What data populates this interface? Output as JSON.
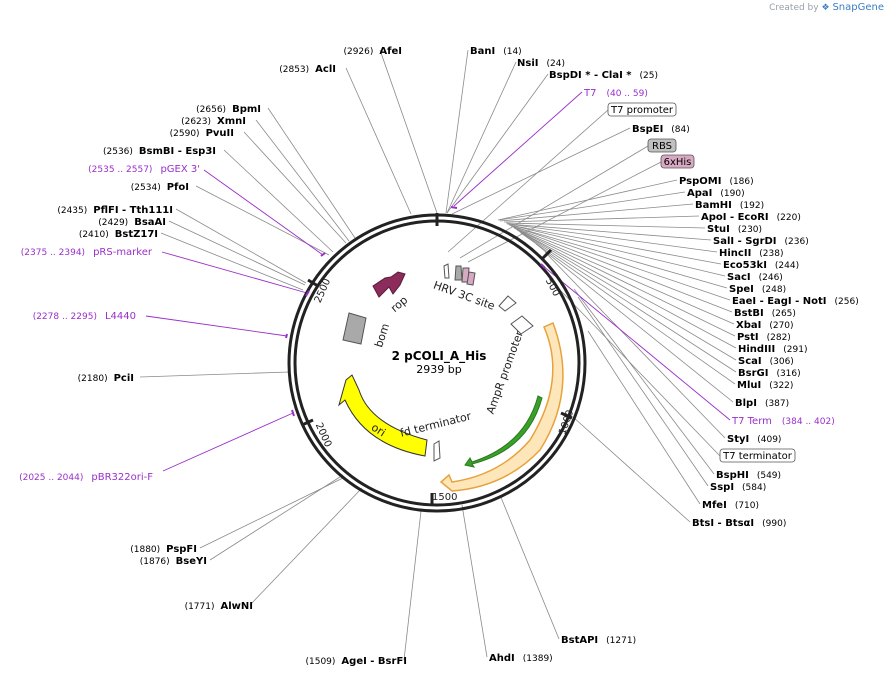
{
  "header": {
    "created_by": "Created by",
    "brand": "SnapGene"
  },
  "plasmid": {
    "name": "2 pCOLI_A_His",
    "length_label": "2939 bp",
    "length": 2939
  },
  "colors": {
    "enzyme": "#000000",
    "primer": "#9a2fc9",
    "leader": "#8a8a8a",
    "ring": "#222222",
    "orf_rop": "#8c2c5a",
    "bom": "#a9a9a9",
    "ori": "#ffff00",
    "ampr_outline": "#e6a23c",
    "ampr_inner": "#3aa02a"
  },
  "enzymes_right": [
    {
      "name": "BanI",
      "pos": "(14)"
    },
    {
      "name": "NsiI",
      "pos": "(24)"
    },
    {
      "name": "BspDI * - ClaI *",
      "pos": "(25)"
    },
    {
      "name": "BspEI",
      "pos": "(84)"
    },
    {
      "name": "PspOMI",
      "pos": "(186)"
    },
    {
      "name": "ApaI",
      "pos": "(190)"
    },
    {
      "name": "BamHI",
      "pos": "(192)"
    },
    {
      "name": "ApoI - EcoRI",
      "pos": "(220)"
    },
    {
      "name": "StuI",
      "pos": "(230)"
    },
    {
      "name": "SalI - SgrDI",
      "pos": "(236)"
    },
    {
      "name": "HincII",
      "pos": "(238)"
    },
    {
      "name": "Eco53kI",
      "pos": "(244)"
    },
    {
      "name": "SacI",
      "pos": "(246)"
    },
    {
      "name": "SpeI",
      "pos": "(248)"
    },
    {
      "name": "EaeI - EagI - NotI",
      "pos": "(256)"
    },
    {
      "name": "BstBI",
      "pos": "(265)"
    },
    {
      "name": "XbaI",
      "pos": "(270)"
    },
    {
      "name": "PstI",
      "pos": "(282)"
    },
    {
      "name": "HindIII",
      "pos": "(291)"
    },
    {
      "name": "ScaI",
      "pos": "(306)"
    },
    {
      "name": "BsrGI",
      "pos": "(316)"
    },
    {
      "name": "MluI",
      "pos": "(322)"
    },
    {
      "name": "BlpI",
      "pos": "(387)"
    },
    {
      "name": "StyI",
      "pos": "(409)"
    },
    {
      "name": "BspHI",
      "pos": "(549)"
    },
    {
      "name": "SspI",
      "pos": "(584)"
    },
    {
      "name": "MfeI",
      "pos": "(710)"
    },
    {
      "name": "BtsI - BtsαI",
      "pos": "(990)"
    },
    {
      "name": "BstAPI",
      "pos": "(1271)"
    },
    {
      "name": "AhdI",
      "pos": "(1389)"
    }
  ],
  "enzymes_left": [
    {
      "name": "AfeI",
      "pos": "(2926)"
    },
    {
      "name": "AclI",
      "pos": "(2853)"
    },
    {
      "name": "BpmI",
      "pos": "(2656)"
    },
    {
      "name": "XmnI",
      "pos": "(2623)"
    },
    {
      "name": "PvuII",
      "pos": "(2590)"
    },
    {
      "name": "BsmBI - Esp3I",
      "pos": "(2536)"
    },
    {
      "name": "PfoI",
      "pos": "(2534)"
    },
    {
      "name": "PflFI - Tth111I",
      "pos": "(2435)"
    },
    {
      "name": "BsaAI",
      "pos": "(2429)"
    },
    {
      "name": "BstZ17I",
      "pos": "(2410)"
    },
    {
      "name": "PciI",
      "pos": "(2180)"
    },
    {
      "name": "PspFI",
      "pos": "(1880)"
    },
    {
      "name": "BseYI",
      "pos": "(1876)"
    },
    {
      "name": "AlwNI",
      "pos": "(1771)"
    },
    {
      "name": "AgeI - BsrFI",
      "pos": "(1509)"
    }
  ],
  "primers": [
    {
      "name": "T7",
      "range": "(40 .. 59)"
    },
    {
      "name": "T7 Term",
      "range": "(384 .. 402)"
    },
    {
      "name": "pGEX 3'",
      "range": "(2535 .. 2557)"
    },
    {
      "name": "pRS-marker",
      "range": "(2375 .. 2394)"
    },
    {
      "name": "L4440",
      "range": "(2278 .. 2295)"
    },
    {
      "name": "pBR322ori-F",
      "range": "(2025 .. 2044)"
    }
  ],
  "feature_boxes": [
    {
      "name": "T7 promoter"
    },
    {
      "name": "RBS"
    },
    {
      "name": "6xHis"
    },
    {
      "name": "T7 terminator"
    }
  ],
  "features": {
    "rop": "rop",
    "bom": "bom",
    "hrv": "HRV 3C site",
    "ampr": "AmpR promoter",
    "ori": "ori",
    "fd": "fd terminator"
  },
  "ticks": [
    "500",
    "1000",
    "1500",
    "2000",
    "2500"
  ]
}
